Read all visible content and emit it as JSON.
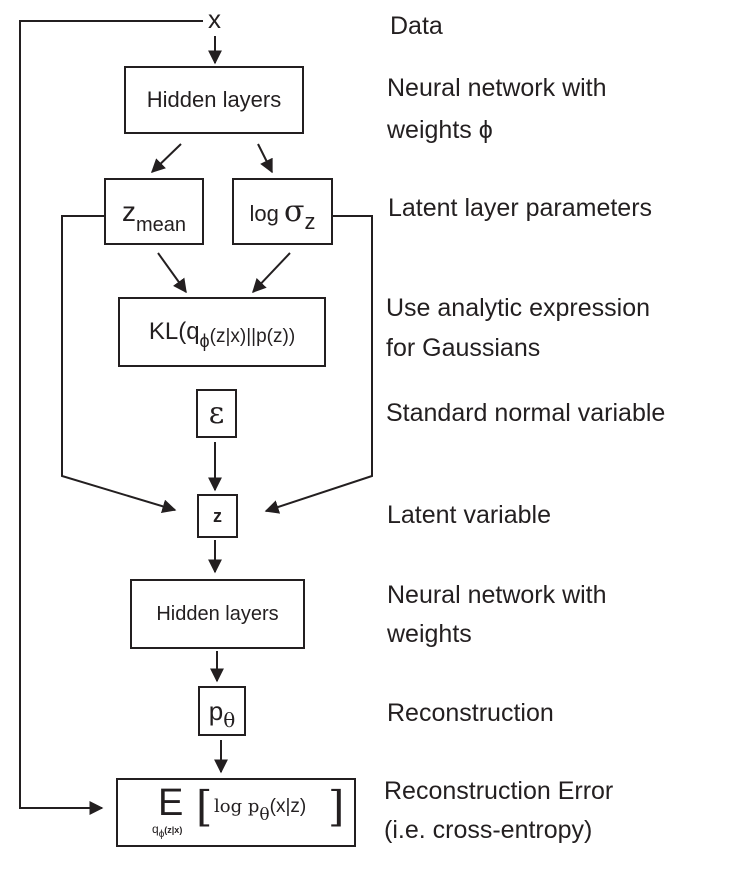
{
  "diagram": {
    "input_x": "x",
    "encoder_box": "Hidden layers",
    "zmean_box": {
      "main": "z",
      "sub": "mean"
    },
    "logsigma_box": {
      "log": "log",
      "sigma": "σ",
      "sub": "z"
    },
    "kl_box": {
      "pre": "KL(q",
      "phi": "ϕ",
      "post": "(z|x)||p(z))"
    },
    "epsilon_box": "ε",
    "z_box": "z",
    "decoder_box": "Hidden layers",
    "p_box": {
      "main": "p",
      "sub": "θ"
    },
    "recon_box": {
      "E": "E",
      "E_sub": "q",
      "E_sub_phi": "ϕ",
      "E_sub_arg": "(z|x)",
      "lbr": "[",
      "log": "log p",
      "theta": "θ",
      "arg": "(x|z)",
      "rbr": "]"
    }
  },
  "labels": {
    "data": "Data",
    "encoder": [
      "Neural network with",
      "weights ϕ"
    ],
    "latent_params": "Latent layer parameters",
    "kl": [
      "Use analytic expression",
      "for Gaussians"
    ],
    "epsilon": "Standard normal  variable",
    "latent": "Latent variable",
    "decoder": [
      "Neural network with",
      "weights"
    ],
    "reconstruction": "Reconstruction",
    "recon_error": [
      "Reconstruction Error",
      "(i.e. cross-entropy)"
    ]
  }
}
